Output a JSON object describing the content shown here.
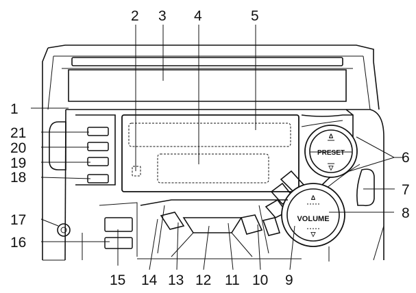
{
  "diagram": {
    "callouts": [
      "1",
      "2",
      "3",
      "4",
      "5",
      "6",
      "7",
      "8",
      "9",
      "10",
      "11",
      "12",
      "13",
      "14",
      "15",
      "16",
      "17",
      "18",
      "19",
      "20",
      "21"
    ],
    "knobs": {
      "preset": {
        "label": "PRESET",
        "up_symbol": "Δ",
        "down_symbol": "▽"
      },
      "volume": {
        "label": "VOLUME",
        "up_symbol": "Δ",
        "down_symbol": "▽"
      }
    },
    "colors": {
      "line": "#111111",
      "background": "#ffffff"
    }
  }
}
